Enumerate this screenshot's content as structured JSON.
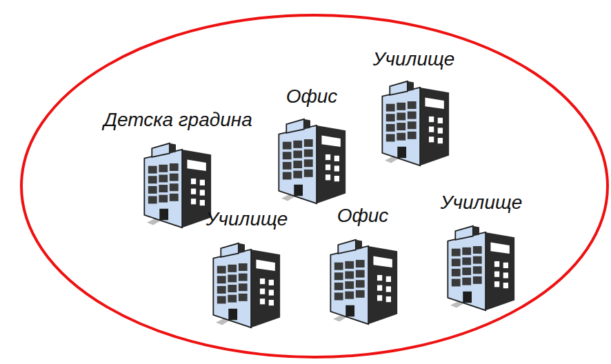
{
  "diagram": {
    "labels": [
      "Училище",
      "Детска градина",
      "Офис",
      "Училище",
      "Офис",
      "Училище"
    ]
  }
}
